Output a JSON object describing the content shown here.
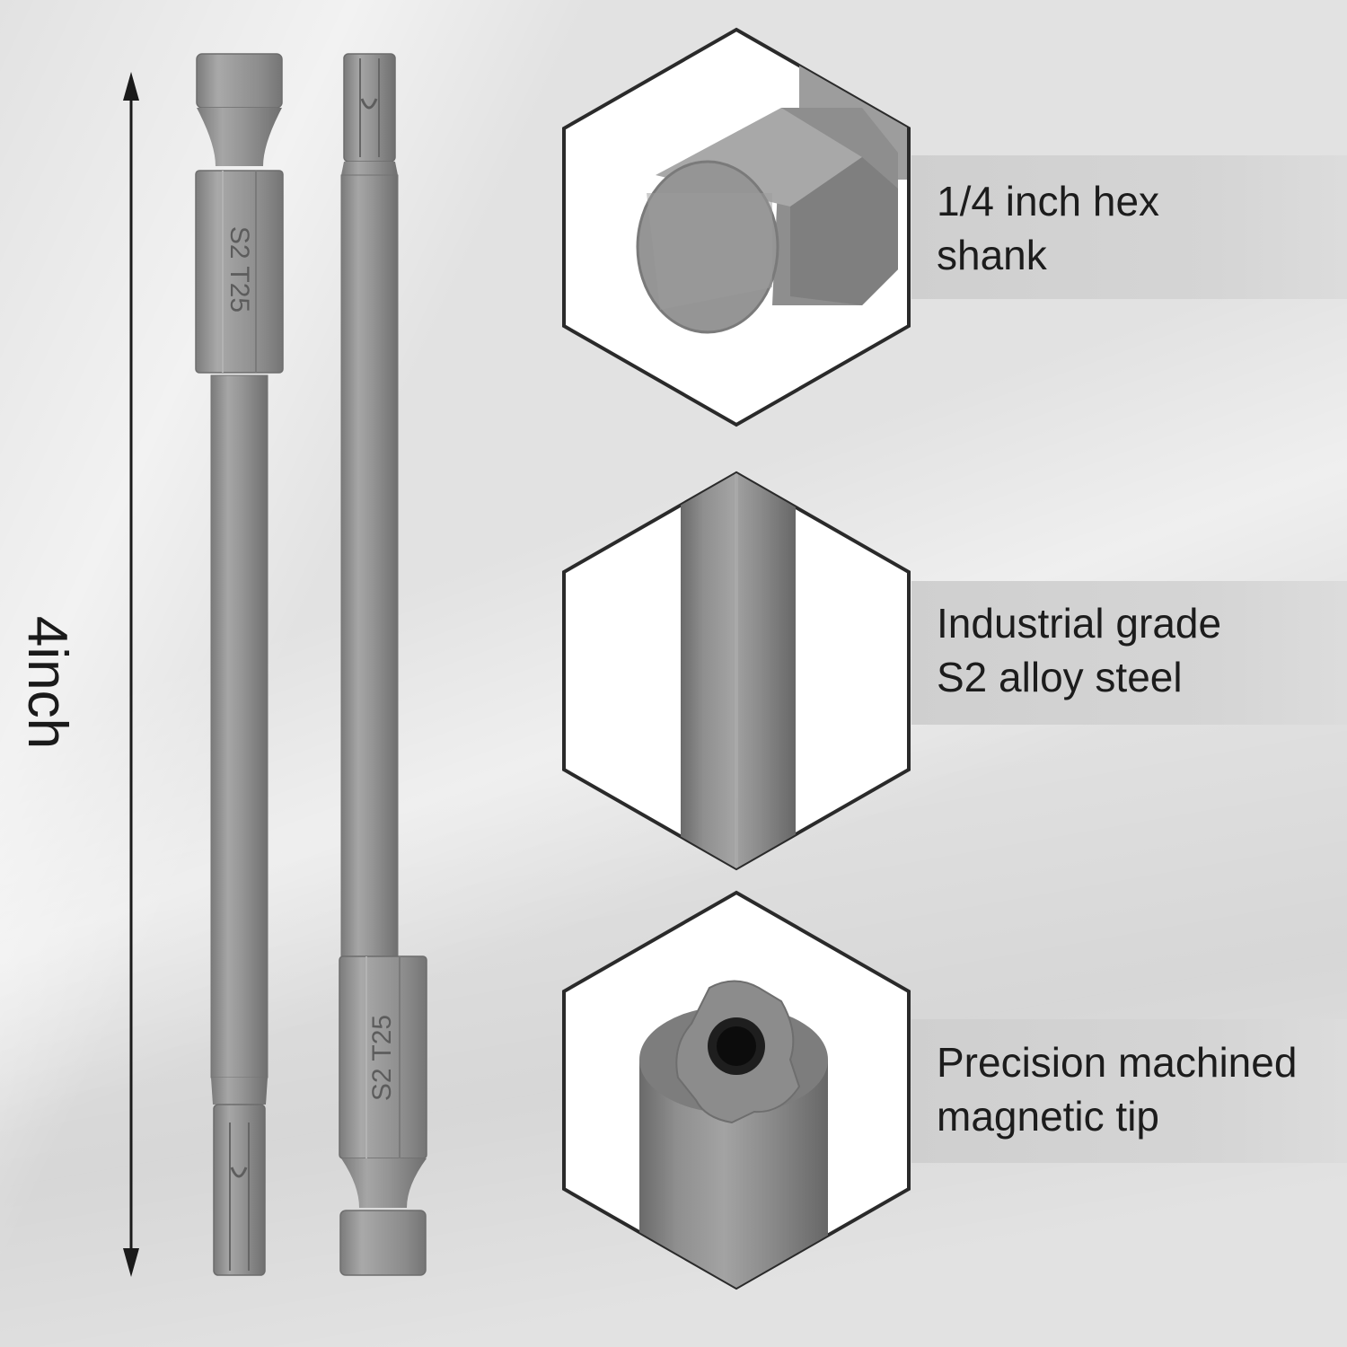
{
  "measurement": {
    "length_label": "4inch"
  },
  "bits": [
    {
      "marking_grade": "S2",
      "marking_size": "T25"
    },
    {
      "marking_grade": "S2",
      "marking_size": "T25"
    }
  ],
  "features": [
    {
      "line1": "1/4 inch hex",
      "line2": "shank",
      "icon": "hex-shank-closeup"
    },
    {
      "line1": "Industrial grade",
      "line2": "S2 alloy steel",
      "icon": "steel-shaft-closeup"
    },
    {
      "line1": "Precision machined",
      "line2": "magnetic tip",
      "icon": "torx-tip-closeup"
    }
  ],
  "colors": {
    "background": "#e2e2e2",
    "steel": "#8d8d8d",
    "band": "#d2d2d2",
    "text": "#1c1c1c"
  }
}
